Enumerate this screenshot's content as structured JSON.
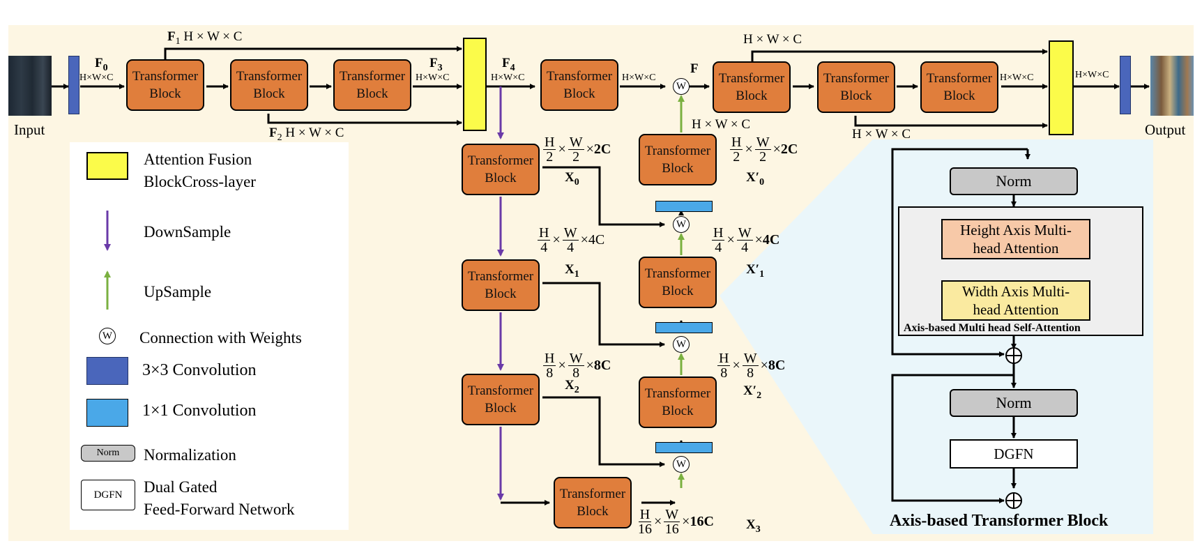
{
  "main": {
    "input_label": "Input",
    "output_label": "Output",
    "block_line1": "Transformer",
    "block_line2": "Block",
    "F0": "F",
    "F0_sub": "0",
    "F1": "F",
    "F1_sub": "1",
    "F2": "F",
    "F2_sub": "2",
    "F3": "F",
    "F3_sub": "3",
    "F4": "F",
    "F4_sub": "4",
    "F": "F",
    "dim": "H × W × C",
    "dim_small": "H×W×C",
    "weight_symbol": "W",
    "X0": "X",
    "X0_sub": "0",
    "X1": "X",
    "X1_sub": "1",
    "X2": "X",
    "X2_sub": "2",
    "X3": "X",
    "X3_sub": "3",
    "X0p": "X′",
    "X0p_sub": "0",
    "X1p": "X′",
    "X1p_sub": "1",
    "X2p": "X′",
    "X2p_sub": "2",
    "H": "H",
    "W": "W",
    "d2": "2",
    "d4": "4",
    "d8": "8",
    "d16": "16",
    "times": "×",
    "c2": "2C",
    "c4": "4C",
    "c8": "8C",
    "c16": "16C"
  },
  "legend": {
    "attention_fusion_line1": "Attention Fusion",
    "attention_fusion_line2": "BlockCross-layer",
    "downsample": "DownSample",
    "upsample": "UpSample",
    "weights": "Connection with Weights",
    "conv3": "3×3 Convolution",
    "conv1": "1×1  Convolution",
    "norm_box": "Norm",
    "normalization": "Normalization",
    "dgfn_box": "DGFN",
    "dgfn_line1": "Dual Gated",
    "dgfn_line2": "Feed-Forward Network"
  },
  "detail": {
    "norm1": "Norm",
    "height_line1": "Height Axis Multi-",
    "height_line2": "head Attention",
    "width_line1": "Width Axis Multi-",
    "width_line2": "head Attention",
    "msa_label": "Axis-based Multi head Self-Attention",
    "norm2": "Norm",
    "dgfn": "DGFN",
    "title": "Axis-based Transformer Block"
  },
  "colors": {
    "transformer_block": "#e07e3c",
    "fusion_block": "#fbfb4a",
    "conv3": "#4a66bb",
    "conv1": "#4aa8e8",
    "downsample_arrow": "#6a3aa8",
    "upsample_arrow": "#7ab040",
    "height_attention": "#f7c9a8",
    "width_attention": "#faeaa0"
  }
}
